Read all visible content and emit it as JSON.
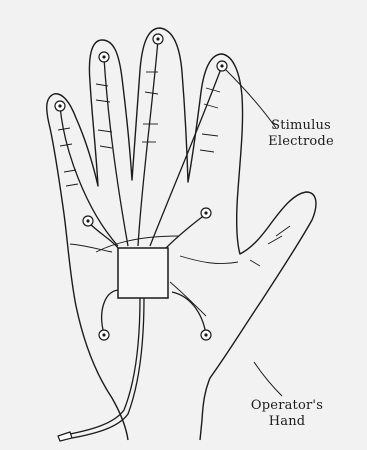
{
  "labels": {
    "stimulus_line1": "Stimulus",
    "stimulus_line2": "Electrode",
    "operator_line1": "Operator's",
    "operator_line2": "Hand"
  },
  "colors": {
    "ink": "#1b1b1b",
    "paper": "#ffffff",
    "box_fill": "#f7f7f7"
  }
}
